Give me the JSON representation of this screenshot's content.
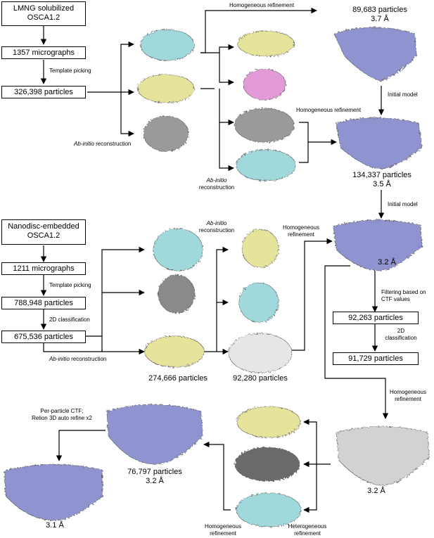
{
  "lmng": {
    "title_line1": "LMNG solubilized",
    "title_line2": "OSCA1.2",
    "micrographs": "1357 micrographs",
    "template_picking": "Template picking",
    "particles": "326,398 particles",
    "abinitio_italic": "Ab-initio",
    "abinitio_rest": " reconstruction",
    "abinitio2_italic": "Ab-initio",
    "abinitio2_rest": "reconstruction",
    "hom_refine_top": "Homogeneous refinement",
    "top_particles": "89,683 particles",
    "top_res": "3.7 Å",
    "initial_model_1": "Initial model",
    "hom_refine_mid": "Homogeneous refinement",
    "mid_particles": "134,337 particles",
    "mid_res": "3.5 Å",
    "initial_model_2": "Initial model"
  },
  "nano": {
    "title_line1": "Nanodisc-embedded",
    "title_line2": "OSCA1.2",
    "micrographs": "1211 micrographs",
    "template_picking": "Template picking",
    "particles1": "788,948 particles",
    "class2d": "2D classification",
    "particles2": "675,536 particles",
    "abinitio_italic": "Ab-initio",
    "abinitio_rest": " reconstruction",
    "abinitio_top_italic": "Ab-initio",
    "abinitio_top_rest": "reconstruction",
    "hom_line1": "Homogeneous",
    "hom_line2": "refinement",
    "sel_particles": "274,666 particles",
    "sel2_particles": "92,280 particles",
    "res_32": "3.2 Å",
    "ctf_line1": "Filtering based on",
    "ctf_line2": "CTF values",
    "box_92263": "92,263 particles",
    "class2d_line1": "2D",
    "class2d_line2": "classification",
    "box_91729": "91,729 particles",
    "hom2_line1": "Homogeneous",
    "hom2_line2": "refinement",
    "res_32b": "3.2 Å",
    "het_line1": "Heterogeneous",
    "het_line2": "refinement",
    "hom3_line1": "Homogeneous",
    "hom3_line2": "refinement",
    "p76797": "76,797 particles",
    "res_32c": "3.2 Å",
    "ppctf_line1": "Per-particle CTF;",
    "ppctf_line2": "Relion 3D auto refine x2",
    "res_31": "3.1 Å"
  },
  "colors": {
    "cyan": "#9fd9dc",
    "yellow": "#e6e39a",
    "pink": "#e29bd6",
    "grey": "#9a9a9a",
    "darkgrey": "#6a6a6a",
    "periwinkle": "#8f93cf",
    "lightgrey": "#d2d2d2"
  }
}
